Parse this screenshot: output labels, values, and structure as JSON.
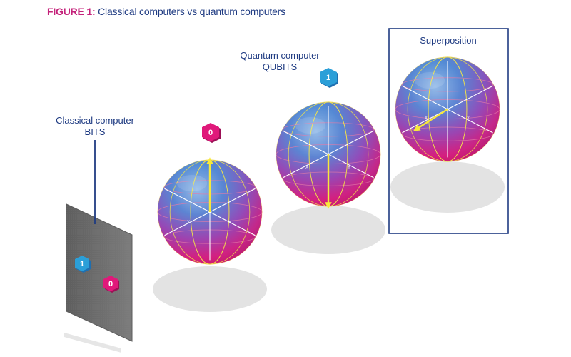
{
  "figure": {
    "label": "FIGURE 1:",
    "title": "Classical computers vs quantum computers"
  },
  "classical": {
    "heading_line1": "Classical computer",
    "heading_line2": "BITS",
    "bits": [
      "1",
      "0"
    ]
  },
  "quantum": {
    "heading_line1": "Quantum computer",
    "heading_line2": "QUBITS"
  },
  "spheres": [
    {
      "state_label": "0",
      "axis_x": "X",
      "axis_y": "Y"
    },
    {
      "state_label": "1",
      "axis_x": "X",
      "axis_y": "Y"
    },
    {
      "axis_x": "X",
      "axis_y": "Y"
    }
  ],
  "superposition": {
    "label": "Superposition"
  },
  "colors": {
    "accent_pink": "#e0197a",
    "accent_blue": "#2b9fd8",
    "text_blue": "#1f3b82",
    "arrow_yellow": "#f7e93a",
    "panel_gray": "#747474",
    "shadow_gray": "#e3e3e3"
  },
  "icons": [
    "bit-hexagon-icon",
    "qubit-hexagon-icon",
    "bloch-sphere-icon",
    "state-arrow-icon"
  ]
}
